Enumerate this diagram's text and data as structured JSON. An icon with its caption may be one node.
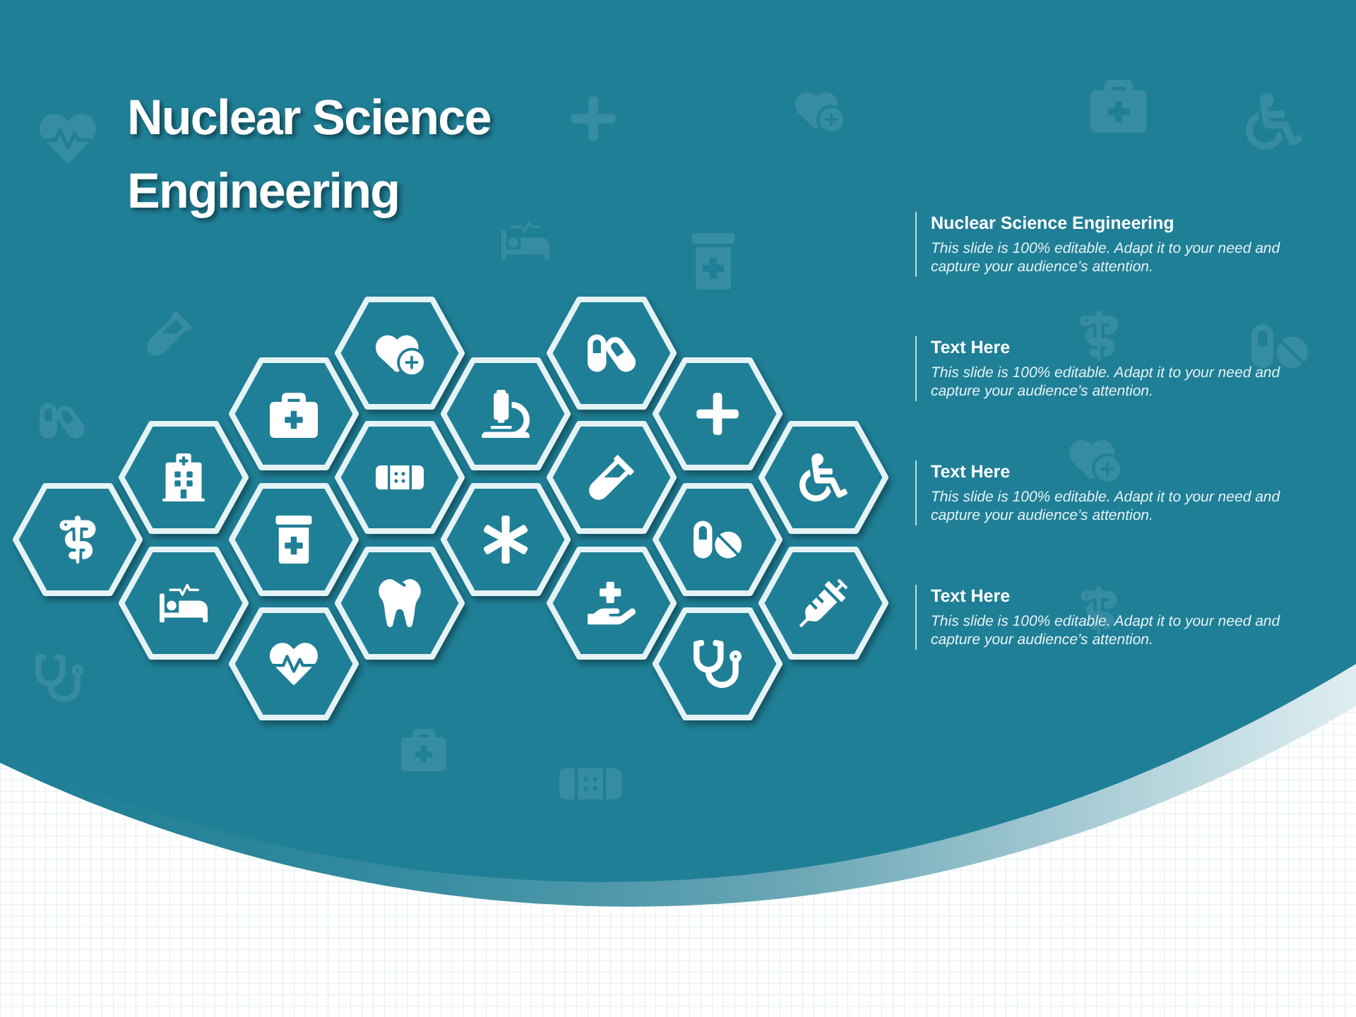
{
  "diagram": {
    "title": "Nuclear Science Engineering",
    "labels": [
      "Nuclear Science Engineering",
      "This slide is 100% editable. Adapt it to your need and capture your audience’s attention.",
      "Text Here",
      "This slide is 100% editable. Adapt it to your need and capture your audience’s attention.",
      "Text Here",
      "This slide is 100% editable. Adapt it to your need and capture your audience’s attention.",
      "Text Here",
      "This slide is 100% editable. Adapt it to your need and capture your audience’s attention."
    ]
  }
}
